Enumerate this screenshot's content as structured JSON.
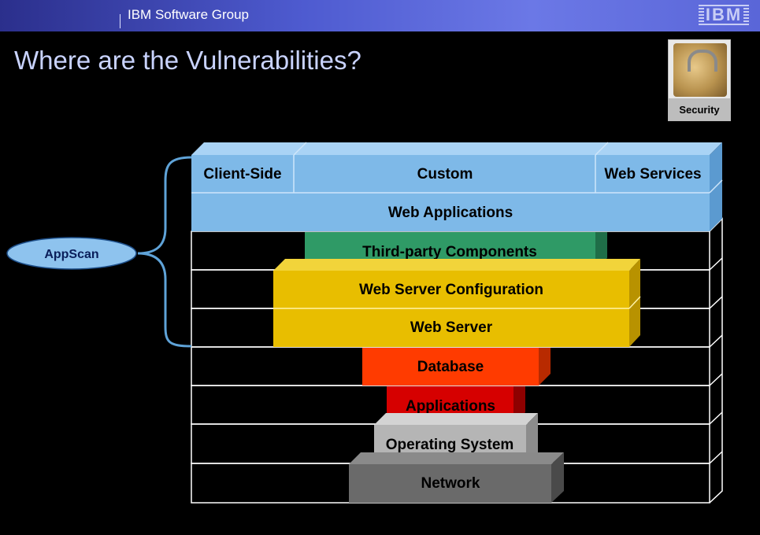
{
  "header": {
    "group": "IBM Software Group",
    "logo": "IBM"
  },
  "title": "Where are the Vulnerabilities?",
  "security_badge": {
    "label": "Security",
    "icon": "padlock-icon"
  },
  "appscan_label": "AppScan",
  "top_row": {
    "client_side": "Client-Side",
    "custom": "Custom",
    "web_services": "Web Services"
  },
  "layers": {
    "web_applications": "Web Applications",
    "third_party": "Third-party Components",
    "web_server_config": "Web Server Configuration",
    "web_server": "Web Server",
    "database": "Database",
    "applications": "Applications",
    "operating_system": "Operating System",
    "network": "Network"
  },
  "colors": {
    "light_blue": "#7eb9e8",
    "green": "#2f9a66",
    "yellow": "#e8be00",
    "orange_red": "#ff3b00",
    "red": "#d60000",
    "gray": "#b5b5b5",
    "dark_gray": "#6a6a6a",
    "brace": "#5fa3d8"
  }
}
